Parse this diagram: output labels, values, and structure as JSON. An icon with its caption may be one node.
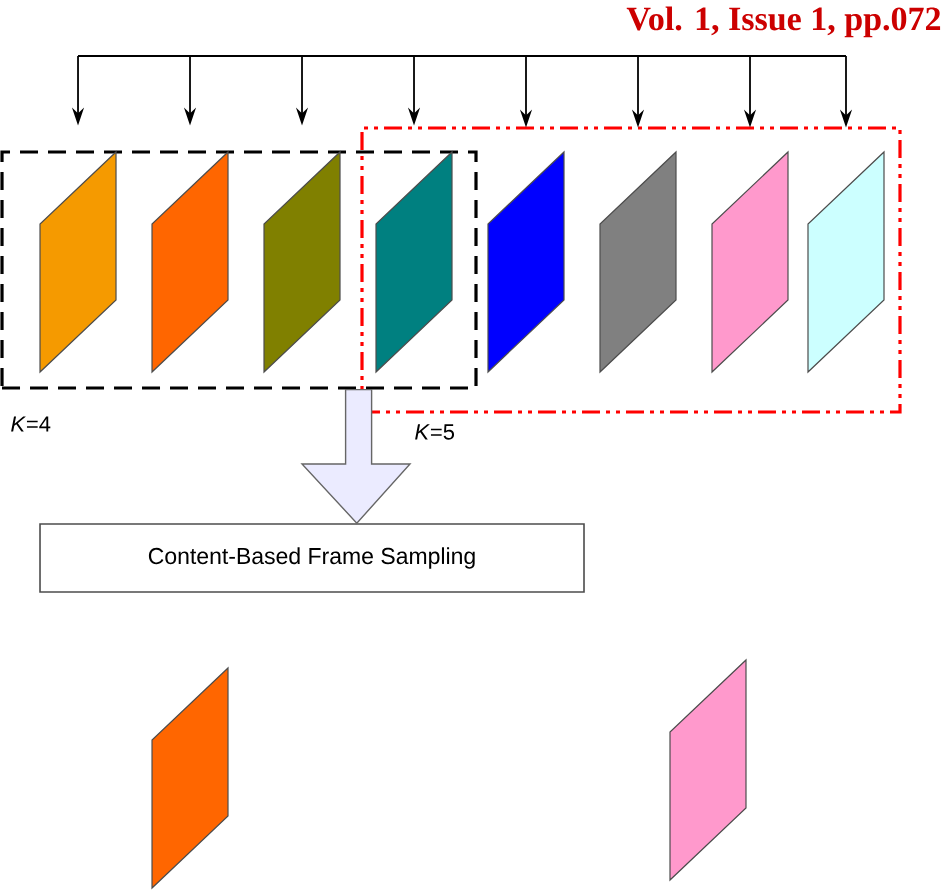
{
  "diagram": {
    "nodes": [
      {
        "text": [],
        "shape": "box",
        "beside": [
          "*K*=4"
        ]
      },
      {
        "text": [],
        "shape": "box",
        "beside": [
          "*K*=5"
        ]
      },
      {
        "text": [],
        "shape": "parallelogram",
        "in": 0
      },
      {
        "text": [],
        "shape": "parallelogram",
        "in": 0
      },
      {
        "text": [],
        "shape": "parallelogram",
        "in": 0
      },
      {
        "text": [],
        "shape": "parallelogram"
      },
      {
        "text": [],
        "shape": "parallelogram",
        "in": 1
      },
      {
        "text": [],
        "shape": "parallelogram",
        "in": 1
      },
      {
        "text": [],
        "shape": "parallelogram",
        "in": 1
      },
      {
        "text": [],
        "shape": "parallelogram",
        "in": 1
      },
      {
        "text": [
          "Content-Based Frame Sampling"
        ]
      },
      {
        "text": [],
        "shape": "parallelogram"
      },
      {
        "text": [],
        "shape": "parallelogram"
      }
    ],
    "edges": [
      {
        "from": null,
        "to": 2,
        "arrow": "to"
      },
      {
        "from": null,
        "to": 3,
        "arrow": "to"
      },
      {
        "from": null,
        "to": 4,
        "arrow": "to"
      },
      {
        "from": null,
        "to": 5,
        "arrow": "to"
      },
      {
        "from": null,
        "to": 6,
        "arrow": "to"
      },
      {
        "from": null,
        "to": 7,
        "arrow": "to"
      },
      {
        "from": null,
        "to": 8,
        "arrow": "to"
      },
      {
        "from": null,
        "to": 9,
        "arrow": "to"
      },
      {
        "from": 0,
        "to": 10,
        "arrow": "to",
        "style": "thick"
      }
    ],
    "labels": [
      "Vol. 1, Issue 1, pp.072"
    ]
  }
}
